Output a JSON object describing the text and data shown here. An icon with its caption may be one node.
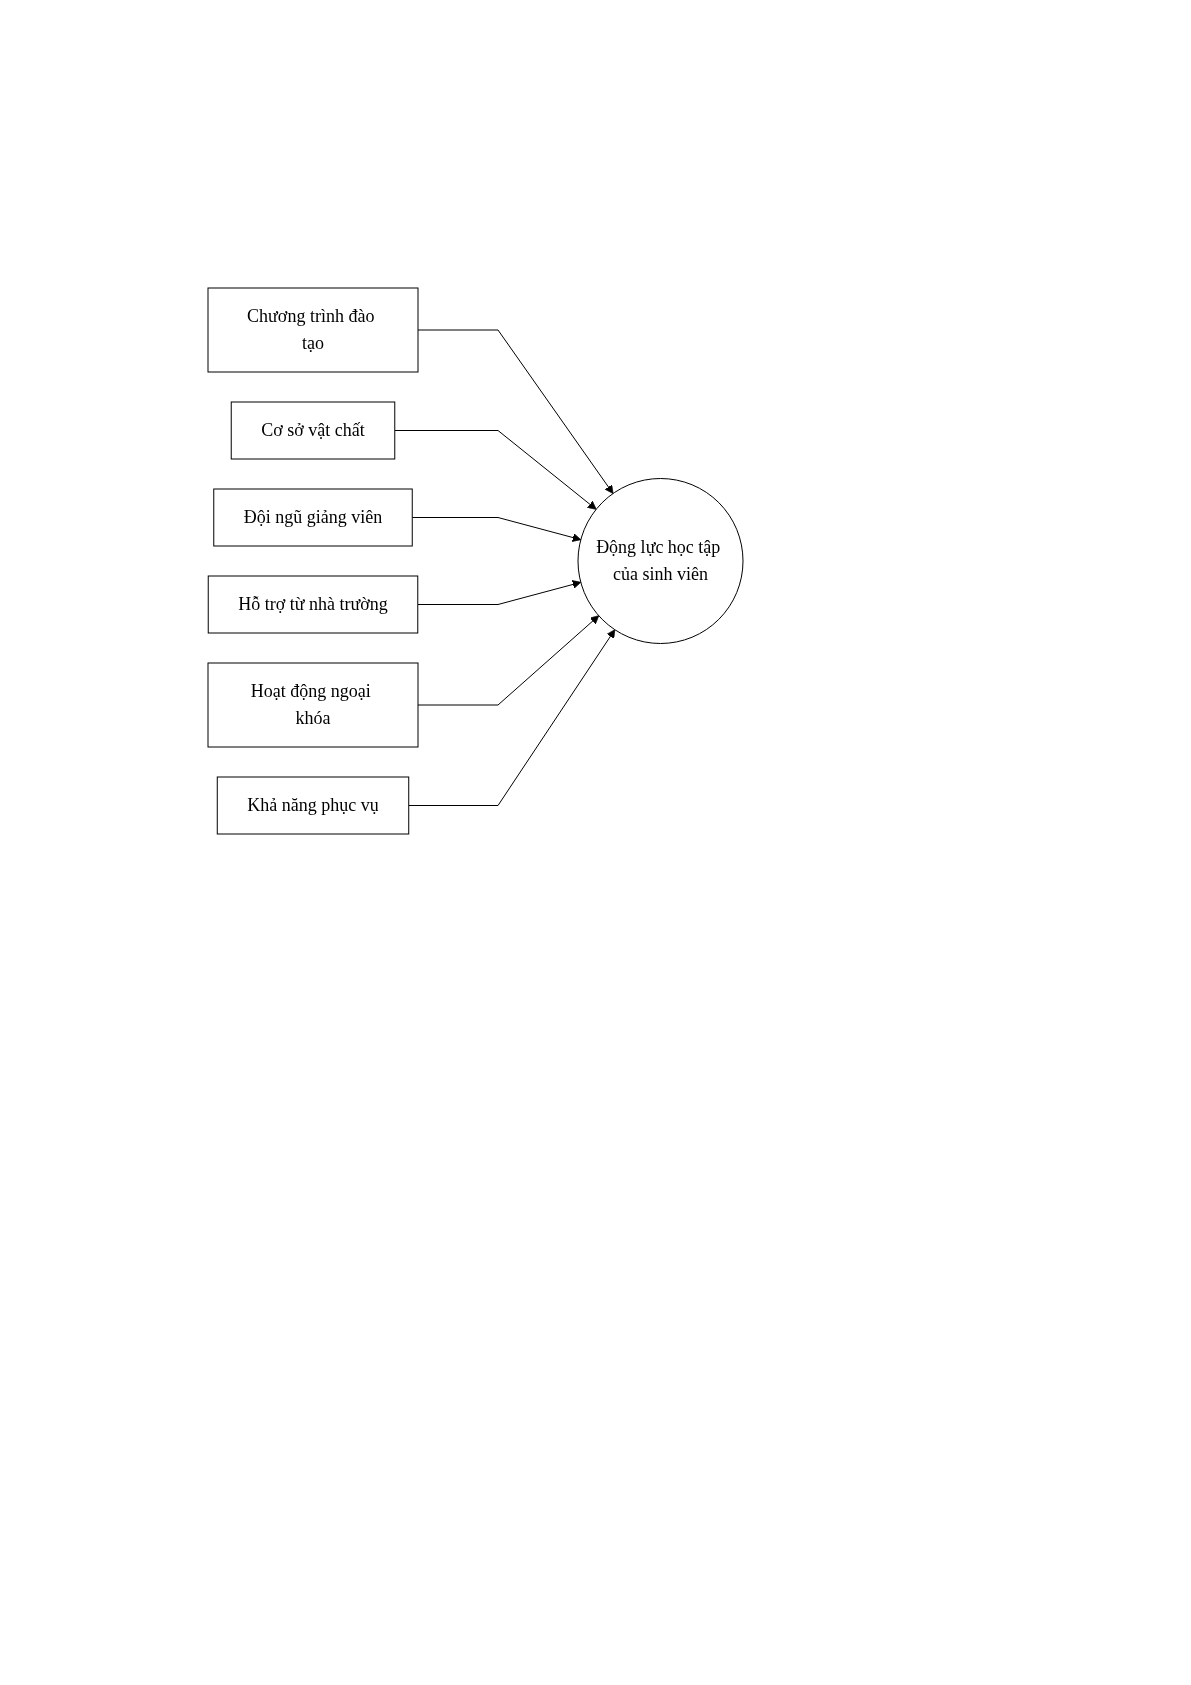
{
  "diagram": {
    "nodes": [
      {
        "text": [
          "Chương trình đào tạo"
        ]
      },
      {
        "text": [
          "Cơ sở vật chất"
        ]
      },
      {
        "text": [
          "Đội ngũ giảng viên"
        ]
      },
      {
        "text": [
          "Hỗ trợ từ nhà trường"
        ]
      },
      {
        "text": [
          "Hoạt động ngoại khóa"
        ]
      },
      {
        "text": [
          "Khả năng phục vụ"
        ]
      },
      {
        "text": [
          "Động lực học tập của sinh viên"
        ]
      }
    ],
    "edges": [
      {
        "from": 0,
        "to": 6,
        "arrow": "to"
      },
      {
        "from": 1,
        "to": 6,
        "arrow": "to"
      },
      {
        "from": 2,
        "to": 6,
        "arrow": "to"
      },
      {
        "from": 3,
        "to": 6,
        "arrow": "to"
      },
      {
        "from": 4,
        "to": 6,
        "arrow": "to"
      },
      {
        "from": 5,
        "to": 6,
        "arrow": "to"
      }
    ]
  }
}
